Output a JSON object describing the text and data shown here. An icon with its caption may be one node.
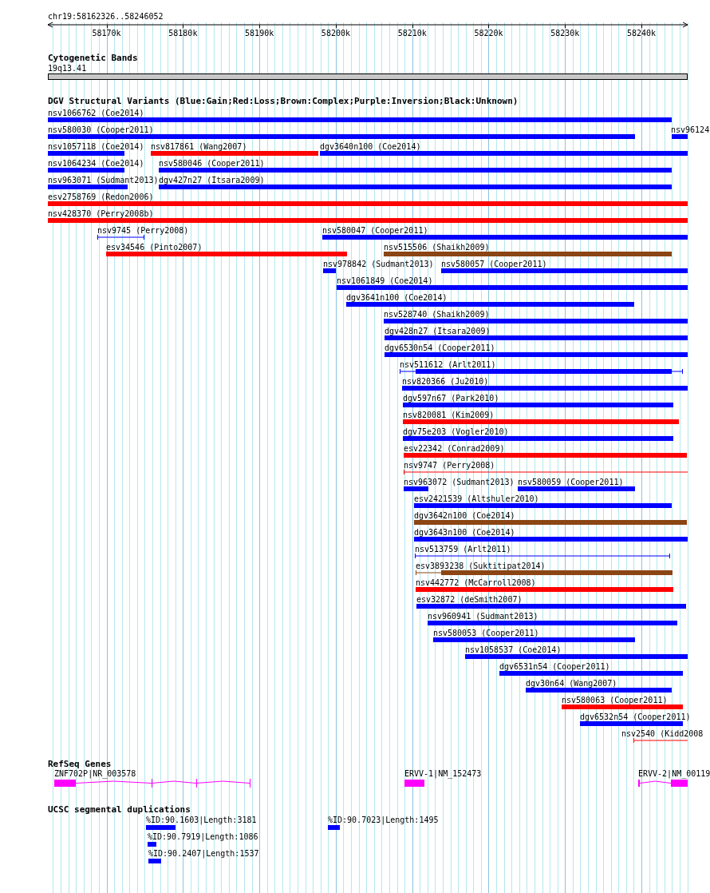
{
  "diagram": {
    "title": "chr19:58162326..58246052",
    "nodes": [
      {
        "text": [
          "19q13.41"
        ]
      },
      {
        "text": [
          "nsv1066762 (Coe2014)"
        ]
      },
      {
        "text": [
          "nsv580030 (Cooper2011)"
        ]
      },
      {
        "text": [
          "nsv96124"
        ]
      },
      {
        "text": [
          "nsv1057118 (Coe2014)"
        ]
      },
      {
        "text": [
          "nsv817861 (Wang2007)"
        ]
      },
      {
        "text": [
          "dgv3640n100 (Coe2014)"
        ]
      },
      {
        "text": [
          "nsv1064234 (Coe2014)"
        ]
      },
      {
        "text": [
          "nsv580046 (Cooper2011)"
        ]
      },
      {
        "text": [
          "nsv963071 (Sudmant2013)"
        ]
      },
      {
        "text": [
          "dgv427n27 (Itsara2009)"
        ]
      },
      {
        "text": [
          "esv2758769 (Redon2006)"
        ]
      },
      {
        "text": [
          "nsv428370 (Perry2008b)"
        ]
      },
      {
        "text": [
          "nsv9745 (Perry2008)"
        ]
      },
      {
        "text": [
          "nsv580047 (Cooper2011)"
        ]
      },
      {
        "text": [
          "esv34546 (Pinto2007)"
        ]
      },
      {
        "text": [
          "nsv515506 (Shaikh2009)"
        ]
      },
      {
        "text": [
          "nsv978842 (Sudmant2013)"
        ]
      },
      {
        "text": [
          "nsv580057 (Cooper2011)"
        ]
      },
      {
        "text": [
          "nsv1061849 (Coe2014)"
        ]
      },
      {
        "text": [
          "dgv3641n100 (Coe2014)"
        ]
      },
      {
        "text": [
          "nsv528740 (Shaikh2009)"
        ]
      },
      {
        "text": [
          "dgv428n27 (Itsara2009)"
        ]
      },
      {
        "text": [
          "dgv6530n54 (Cooper2011)"
        ]
      },
      {
        "text": [
          "nsv511612 (Arlt2011)"
        ]
      },
      {
        "text": [
          "nsv820366 (Ju2010)"
        ]
      },
      {
        "text": [
          "dgv597n67 (Park2010)"
        ]
      },
      {
        "text": [
          "nsv820081 (Kim2009)"
        ]
      },
      {
        "text": [
          "dgv75e203 (Vogler2010)"
        ]
      },
      {
        "text": [
          "esv22342 (Conrad2009)"
        ]
      },
      {
        "text": [
          "nsv9747 (Perry2008)"
        ]
      },
      {
        "text": [
          "nsv963072 (Sudmant2013)"
        ]
      },
      {
        "text": [
          "nsv580059 (Cooper2011)"
        ]
      },
      {
        "text": [
          "esv2421539 (Altshuler2010)"
        ]
      },
      {
        "text": [
          "dgv3642n100 (Coe2014)"
        ]
      },
      {
        "text": [
          "dgv3643n100 (Coe2014)"
        ]
      },
      {
        "text": [
          "nsv513759 (Arlt2011)"
        ]
      },
      {
        "text": [
          "esv3893238 (Suktitipat2014)"
        ]
      },
      {
        "text": [
          "nsv442772 (McCarroll2008)"
        ]
      },
      {
        "text": [
          "esv32872 (deSmith2007)"
        ]
      },
      {
        "text": [
          "nsv960941 (Sudmant2013)"
        ]
      },
      {
        "text": [
          "nsv580053 (Cooper2011)"
        ]
      },
      {
        "text": [
          "nsv1058537 (Coe2014)"
        ]
      },
      {
        "text": [
          "dgv6531n54 (Cooper2011)"
        ]
      },
      {
        "text": [
          "dgv30n64 (Wang2007)"
        ]
      },
      {
        "text": [
          "nsv580063 (Cooper2011)"
        ]
      },
      {
        "text": [
          "dgv6532n54 (Cooper2011)"
        ]
      },
      {
        "text": [
          "nsv2540 (Kidd2008"
        ]
      },
      {
        "text": [
          "ZNF702P|NR_003578"
        ]
      },
      {
        "text": [
          "ERVV-1|NM_152473"
        ]
      },
      {
        "text": [
          "ERVV-2|NM_00119"
        ]
      },
      {
        "text": [
          "%ID:90.1603|Length:3181"
        ]
      },
      {
        "text": [
          "%ID:90.7023|Length:1495"
        ]
      },
      {
        "text": [
          "%ID:90.7919|Length:1086"
        ]
      },
      {
        "text": [
          "%ID:90.2407|Length:1537"
        ]
      }
    ],
    "labels": [
      "58170k",
      "58180k",
      "58190k",
      "58200k",
      "58210k",
      "58220k",
      "58230k",
      "58240k",
      "Cytogenetic Bands",
      "DGV Structural Variants (Blue:Gain;Red:Loss;Brown:Complex;Purple:Inversion;Black:Unknown)",
      "RefSeq Genes",
      "UCSC segmental duplications"
    ]
  }
}
